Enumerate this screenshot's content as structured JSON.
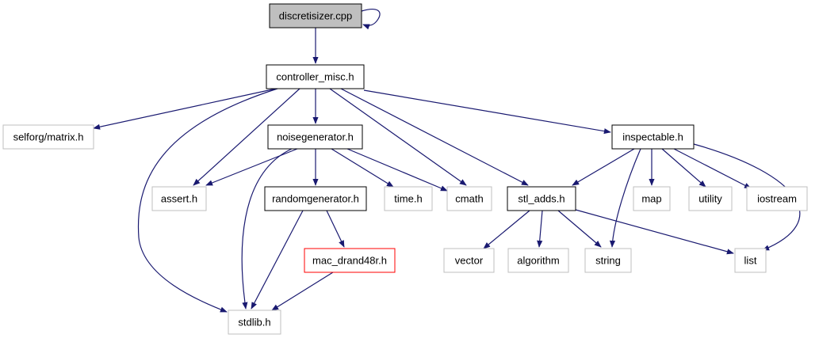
{
  "diagram": {
    "colors": {
      "edge": "#191970",
      "arrowhead": "#191970",
      "root_fill": "#bfbfbf",
      "root_stroke": "#000000",
      "documented_stroke": "#000000",
      "external_stroke": "#bfbfbf",
      "missing_stroke": "#ff0000"
    },
    "nodes": [
      {
        "id": "discretisizer",
        "label": "discretisizer.cpp",
        "kind": "root"
      },
      {
        "id": "controller_misc",
        "label": "controller_misc.h",
        "kind": "documented"
      },
      {
        "id": "selforg_matrix",
        "label": "selforg/matrix.h",
        "kind": "external"
      },
      {
        "id": "noisegenerator",
        "label": "noisegenerator.h",
        "kind": "documented"
      },
      {
        "id": "inspectable",
        "label": "inspectable.h",
        "kind": "documented"
      },
      {
        "id": "assert",
        "label": "assert.h",
        "kind": "external"
      },
      {
        "id": "randomgenerator",
        "label": "randomgenerator.h",
        "kind": "documented"
      },
      {
        "id": "time",
        "label": "time.h",
        "kind": "external"
      },
      {
        "id": "cmath",
        "label": "cmath",
        "kind": "external"
      },
      {
        "id": "stl_adds",
        "label": "stl_adds.h",
        "kind": "documented"
      },
      {
        "id": "map",
        "label": "map",
        "kind": "external"
      },
      {
        "id": "utility",
        "label": "utility",
        "kind": "external"
      },
      {
        "id": "iostream",
        "label": "iostream",
        "kind": "external"
      },
      {
        "id": "mac_drand48r",
        "label": "mac_drand48r.h",
        "kind": "missing"
      },
      {
        "id": "vector",
        "label": "vector",
        "kind": "external"
      },
      {
        "id": "algorithm",
        "label": "algorithm",
        "kind": "external"
      },
      {
        "id": "string",
        "label": "string",
        "kind": "external"
      },
      {
        "id": "list",
        "label": "list",
        "kind": "external"
      },
      {
        "id": "stdlib",
        "label": "stdlib.h",
        "kind": "external"
      }
    ],
    "edges": [
      {
        "from": "discretisizer",
        "to": "discretisizer"
      },
      {
        "from": "discretisizer",
        "to": "controller_misc"
      },
      {
        "from": "controller_misc",
        "to": "selforg_matrix"
      },
      {
        "from": "controller_misc",
        "to": "stdlib"
      },
      {
        "from": "controller_misc",
        "to": "assert"
      },
      {
        "from": "controller_misc",
        "to": "noisegenerator"
      },
      {
        "from": "controller_misc",
        "to": "cmath"
      },
      {
        "from": "controller_misc",
        "to": "stl_adds"
      },
      {
        "from": "controller_misc",
        "to": "inspectable"
      },
      {
        "from": "noisegenerator",
        "to": "assert"
      },
      {
        "from": "noisegenerator",
        "to": "stdlib"
      },
      {
        "from": "noisegenerator",
        "to": "randomgenerator"
      },
      {
        "from": "noisegenerator",
        "to": "time"
      },
      {
        "from": "noisegenerator",
        "to": "cmath"
      },
      {
        "from": "randomgenerator",
        "to": "stdlib"
      },
      {
        "from": "randomgenerator",
        "to": "mac_drand48r"
      },
      {
        "from": "mac_drand48r",
        "to": "stdlib"
      },
      {
        "from": "inspectable",
        "to": "stl_adds"
      },
      {
        "from": "inspectable",
        "to": "string"
      },
      {
        "from": "inspectable",
        "to": "map"
      },
      {
        "from": "inspectable",
        "to": "utility"
      },
      {
        "from": "inspectable",
        "to": "iostream"
      },
      {
        "from": "inspectable",
        "to": "list"
      },
      {
        "from": "stl_adds",
        "to": "vector"
      },
      {
        "from": "stl_adds",
        "to": "algorithm"
      },
      {
        "from": "stl_adds",
        "to": "string"
      },
      {
        "from": "stl_adds",
        "to": "list"
      }
    ]
  }
}
